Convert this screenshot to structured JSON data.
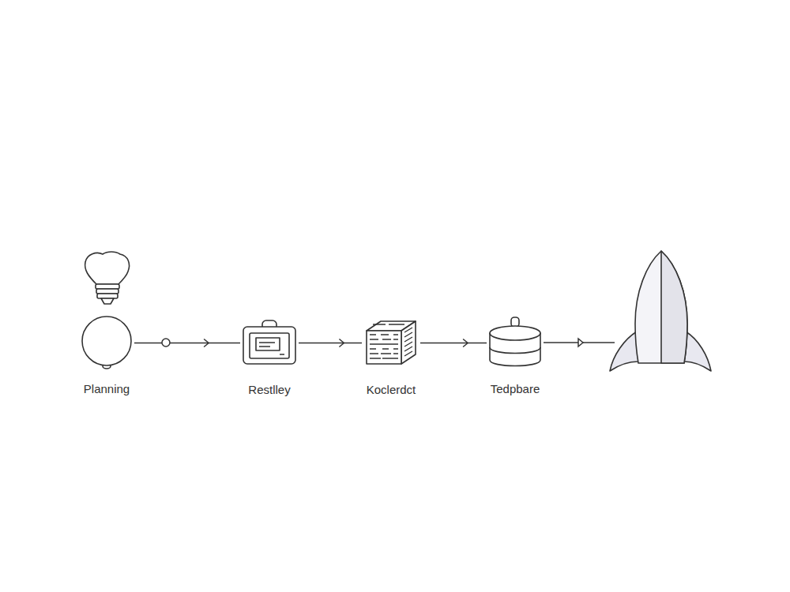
{
  "diagram": {
    "nodes": [
      {
        "text": [
          "Planning"
        ]
      },
      {
        "text": [
          "Restlley"
        ]
      },
      {
        "text": [
          "Koclerdct"
        ]
      },
      {
        "text": [
          "Tedpbare"
        ]
      }
    ],
    "edges": [
      {
        "from": 0,
        "to": 1,
        "arrow": "to"
      },
      {
        "from": 1,
        "to": 2,
        "arrow": "to"
      },
      {
        "from": 2,
        "to": 3,
        "arrow": "to"
      }
    ]
  }
}
